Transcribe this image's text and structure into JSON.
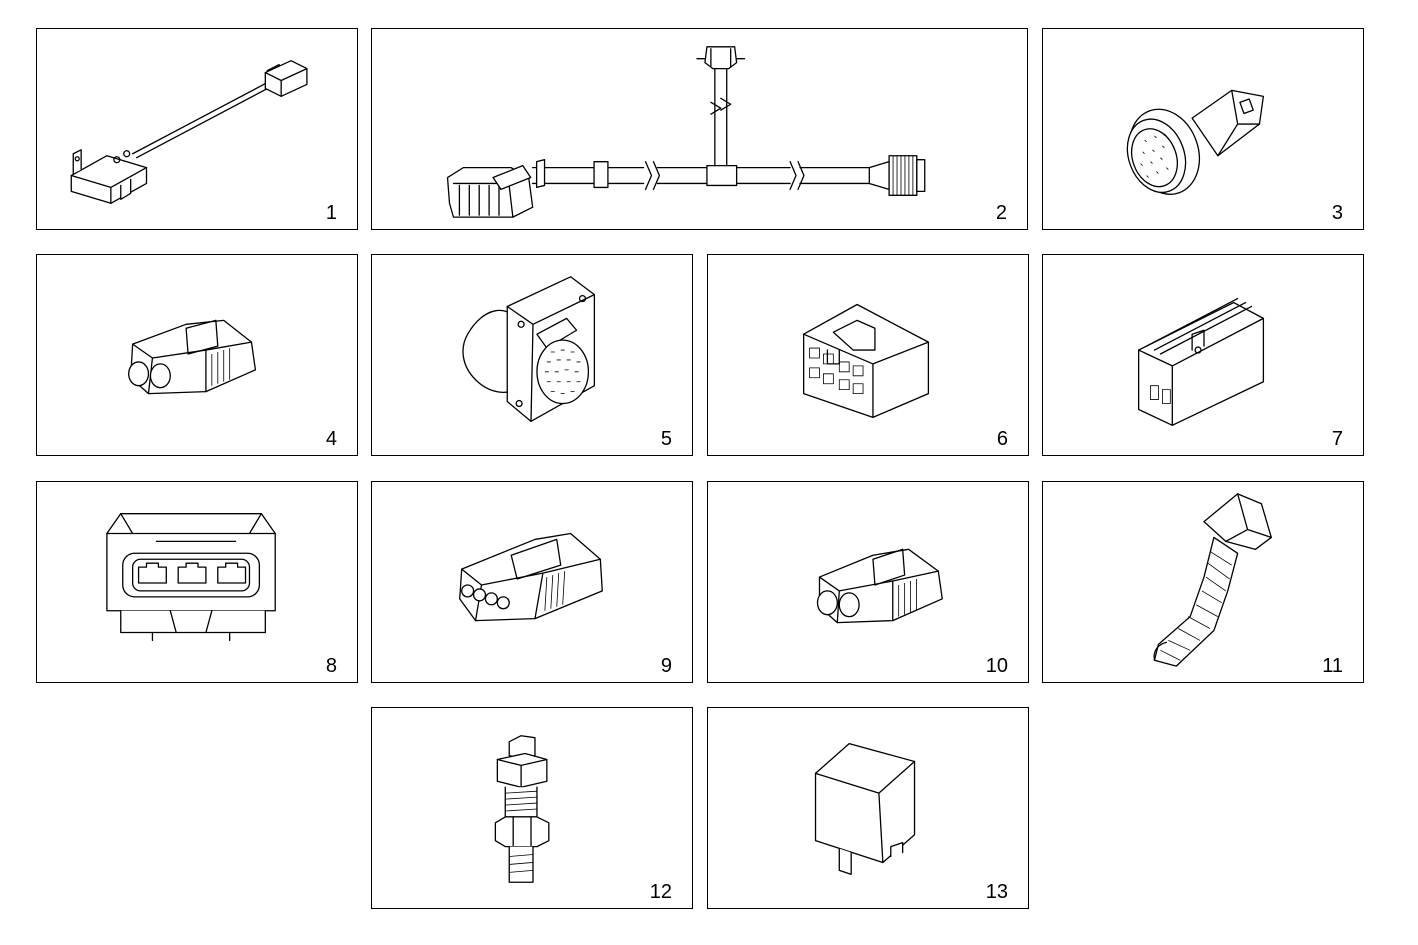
{
  "parts": [
    {
      "id": "1",
      "label": "1",
      "icon": "sensor-with-cable-icon"
    },
    {
      "id": "2",
      "label": "2",
      "icon": "wiring-harness-icon"
    },
    {
      "id": "3",
      "label": "3",
      "icon": "round-connector-icon"
    },
    {
      "id": "4",
      "label": "4",
      "icon": "two-pin-connector-icon"
    },
    {
      "id": "5",
      "label": "5",
      "icon": "flange-socket-icon"
    },
    {
      "id": "6",
      "label": "6",
      "icon": "multi-pin-connector-icon"
    },
    {
      "id": "7",
      "label": "7",
      "icon": "connector-housing-icon"
    },
    {
      "id": "8",
      "label": "8",
      "icon": "three-pin-socket-icon"
    },
    {
      "id": "9",
      "label": "9",
      "icon": "four-pin-connector-icon"
    },
    {
      "id": "10",
      "label": "10",
      "icon": "two-pin-connector-icon"
    },
    {
      "id": "11",
      "label": "11",
      "icon": "accelerator-pedal-icon"
    },
    {
      "id": "12",
      "label": "12",
      "icon": "pressure-switch-icon"
    },
    {
      "id": "13",
      "label": "13",
      "icon": "relay-icon"
    }
  ]
}
